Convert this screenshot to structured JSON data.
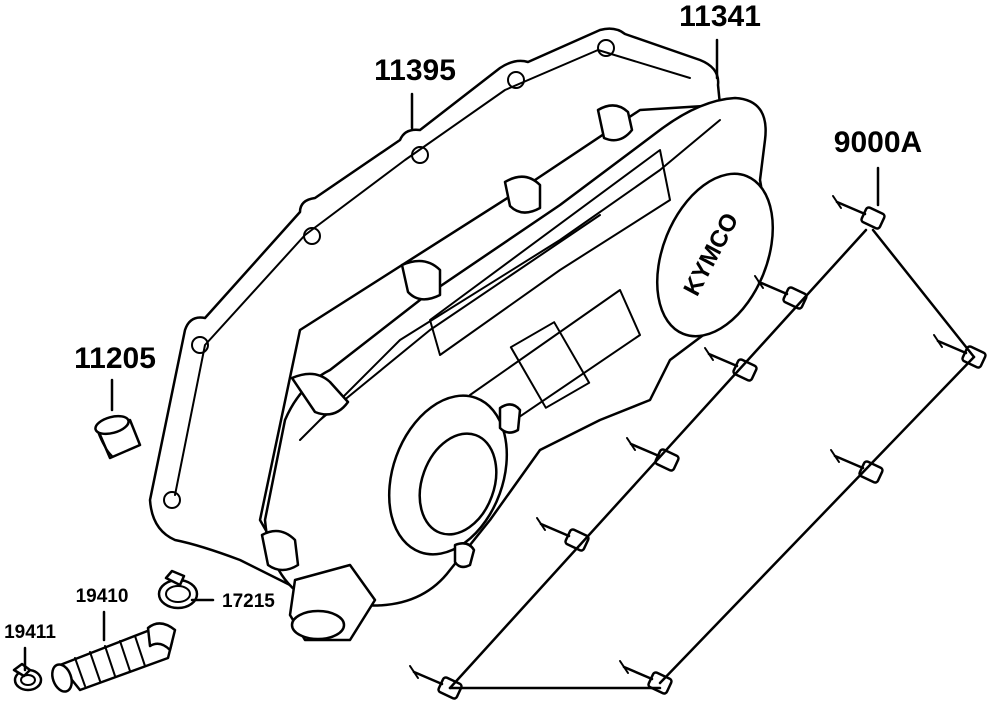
{
  "diagram": {
    "brand_logo": "KYMCO",
    "labels": {
      "p11341": "11341",
      "p11395": "11395",
      "p9000A": "9000A",
      "p11205": "11205",
      "p19410": "19410",
      "p17215": "17215",
      "p19411": "19411"
    }
  }
}
